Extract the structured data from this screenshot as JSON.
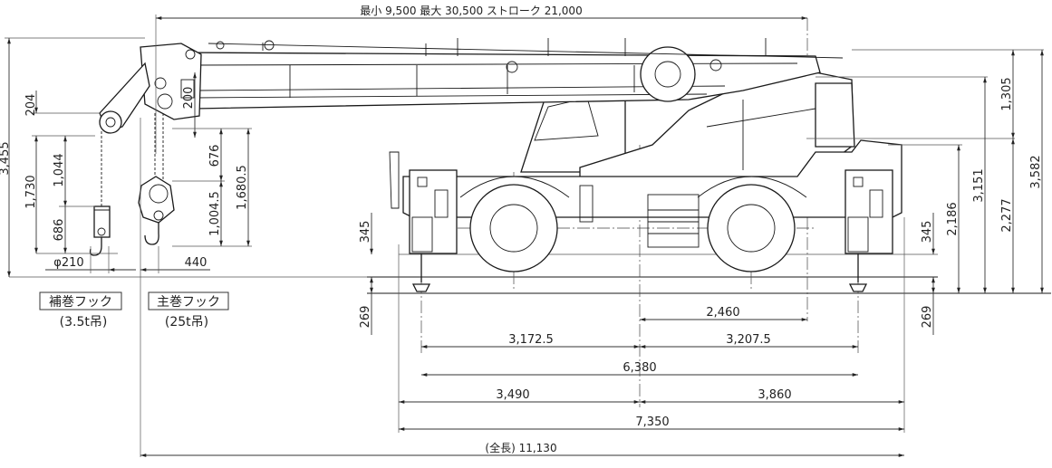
{
  "boom": {
    "stroke_text": "最小 9,500 最大 30,500 ストローク 21,000"
  },
  "dimensions": {
    "d3455": "3,455",
    "d1730": "1,730",
    "d1044": "1,044",
    "d686": "686",
    "d204": "204",
    "d200": "200",
    "d676": "676",
    "d1680": "1,680.5",
    "d1004": "1,004.5",
    "phi210": "φ210",
    "d440": "440",
    "d345_left": "345",
    "d269_left": "269",
    "d345_right": "345",
    "d269_right": "269",
    "d2186": "2,186",
    "d3151": "3,151",
    "d2277": "2,277",
    "d3582": "3,582",
    "d1305": "1,305",
    "d2460": "2,460",
    "d3172": "3,172.5",
    "d3207": "3,207.5",
    "d6380": "6,380",
    "d3490": "3,490",
    "d3860": "3,860",
    "d7350": "7,350",
    "overall": "(全長) 11,130"
  },
  "hooks": {
    "aux_label": "補巻フック",
    "aux_capacity": "(3.5t吊)",
    "main_label": "主巻フック",
    "main_capacity": "(25t吊)"
  }
}
